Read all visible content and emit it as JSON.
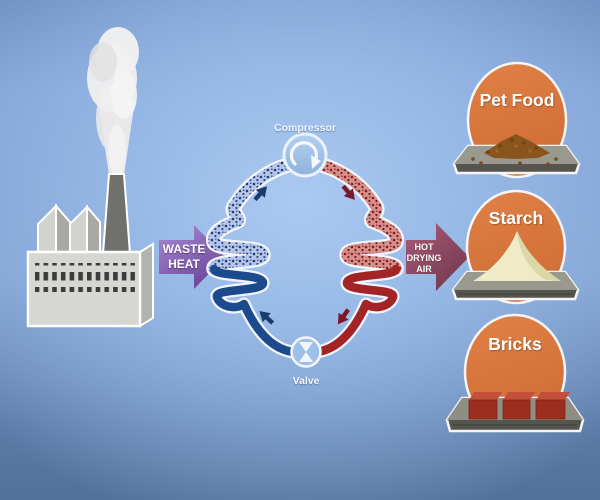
{
  "diagram_title": "",
  "factory": {
    "name": "factory-with-smokestack"
  },
  "waste_heat_arrow": {
    "line1": "WASTE",
    "line2": "HEAT",
    "color": "#8a62b8"
  },
  "heat_pump_cycle": {
    "compressor": {
      "label": "Compressor"
    },
    "valve": {
      "label": "Valve"
    },
    "cold_pipe_color": "#1d4a8c",
    "hot_pipe_color": "#a32424",
    "cold_vapor_base": "#b7c6e8",
    "hot_vapor_base": "#d4918c"
  },
  "hot_air_arrow": {
    "line1": "HOT",
    "line2": "DRYING",
    "line3": "AIR",
    "color": "#9c4f68"
  },
  "products": [
    {
      "label": "Pet Food"
    },
    {
      "label": "Starch"
    },
    {
      "label": "Bricks"
    }
  ],
  "bubble_color": "#d9773d",
  "tray_color": "#9a998f"
}
